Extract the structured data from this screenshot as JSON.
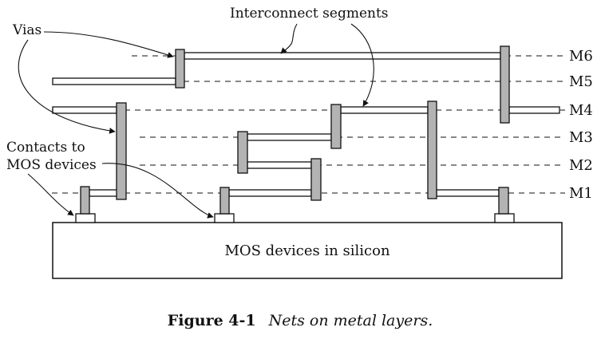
{
  "labels": {
    "interconnect": "Interconnect segments",
    "vias": "Vias",
    "contacts_line1": "Contacts to",
    "contacts_line2": "MOS devices",
    "silicon": "MOS devices in silicon"
  },
  "layers": [
    "M6",
    "M5",
    "M4",
    "M3",
    "M2",
    "M1"
  ],
  "caption": {
    "number": "Figure 4-1",
    "text": "Nets on metal layers."
  },
  "colors": {
    "via_fill": "#b3b3b3",
    "stroke": "#111111"
  }
}
